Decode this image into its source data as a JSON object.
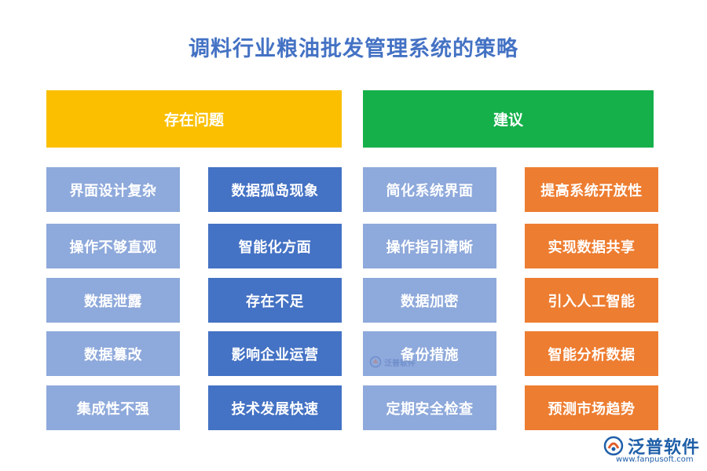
{
  "title": "调料行业粮油批发管理系统的策略",
  "colors": {
    "title": "#4472c4",
    "problems_header": "#fbbf00",
    "suggestions_header": "#15b04a",
    "light_blue": "#8ea9db",
    "dark_blue": "#4472c4",
    "orange": "#ed7d31"
  },
  "headers": {
    "problems": "存在问题",
    "suggestions": "建议"
  },
  "columns": {
    "problems_a": [
      "界面设计复杂",
      "操作不够直观",
      "数据泄露",
      "数据篡改",
      "集成性不强"
    ],
    "problems_b": [
      "数据孤岛现象",
      "智能化方面",
      "存在不足",
      "影响企业运营",
      "技术发展快速"
    ],
    "suggestions_a": [
      "简化系统界面",
      "操作指引清晰",
      "数据加密",
      "备份措施",
      "定期安全检查"
    ],
    "suggestions_b": [
      "提高系统开放性",
      "实现数据共享",
      "引入人工智能",
      "智能分析数据",
      "预测市场趋势"
    ]
  },
  "logo": {
    "icon": "fanpu-logo-icon",
    "name": "泛普软件",
    "url": "www.fanpusoft.com"
  },
  "watermark": {
    "text": "泛普软件"
  }
}
